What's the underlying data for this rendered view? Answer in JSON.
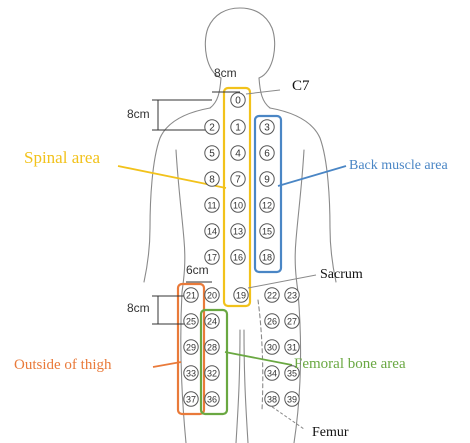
{
  "labels": {
    "c7": "C7",
    "spinal": "Spinal area",
    "back": "Back muscle area",
    "sacrum": "Sacrum",
    "outside_thigh": "Outside of thigh",
    "femoral": "Femoral bone area",
    "femur": "Femur"
  },
  "measurements": {
    "top_width": "8cm",
    "top_height": "8cm",
    "bottom_width": "6cm",
    "bottom_height": "8cm"
  },
  "points": [
    "0",
    "1",
    "2",
    "3",
    "4",
    "5",
    "6",
    "7",
    "8",
    "9",
    "10",
    "11",
    "12",
    "13",
    "14",
    "15",
    "16",
    "17",
    "18",
    "19",
    "20",
    "21",
    "22",
    "23",
    "24",
    "25",
    "26",
    "27",
    "28",
    "29",
    "30",
    "31",
    "32",
    "33",
    "34",
    "35",
    "36",
    "37",
    "38",
    "39"
  ],
  "colors": {
    "spinal": "#f2c21b",
    "back": "#4a86c5",
    "outside_thigh": "#e97a3a",
    "femoral": "#6aa842",
    "outline": "#8a8a8a"
  }
}
